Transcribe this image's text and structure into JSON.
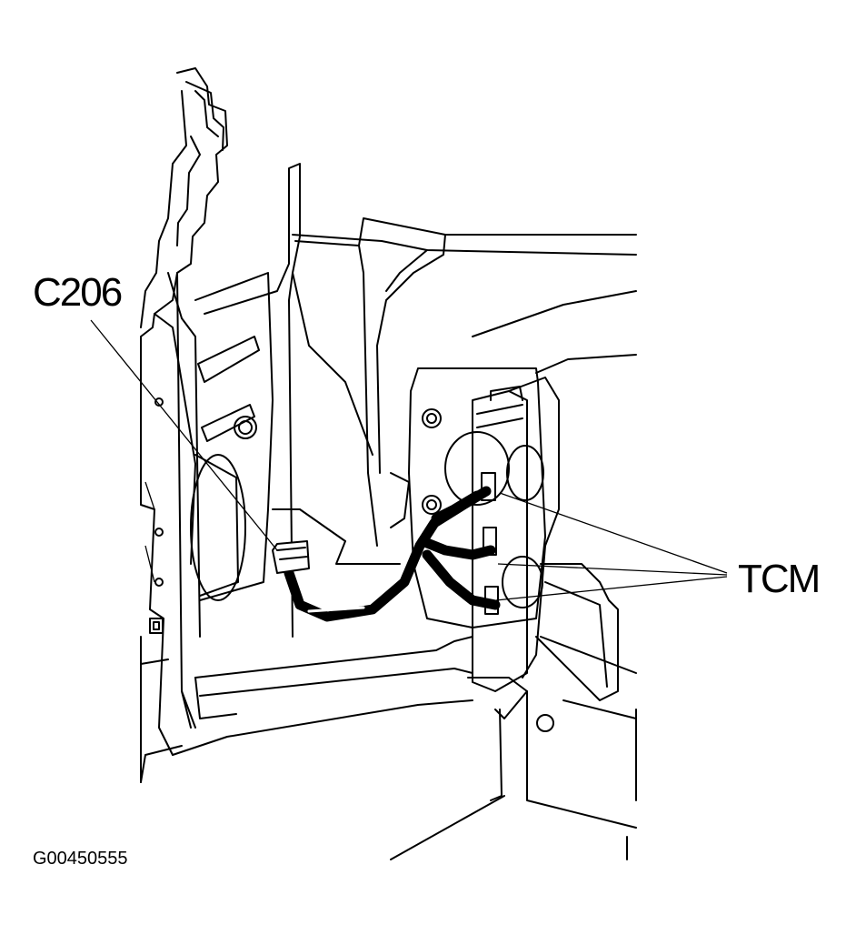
{
  "labels": {
    "connector": "C206",
    "module": "TCM"
  },
  "figure_id": "G00450555",
  "colors": {
    "ink": "#000000",
    "background": "#ffffff"
  }
}
